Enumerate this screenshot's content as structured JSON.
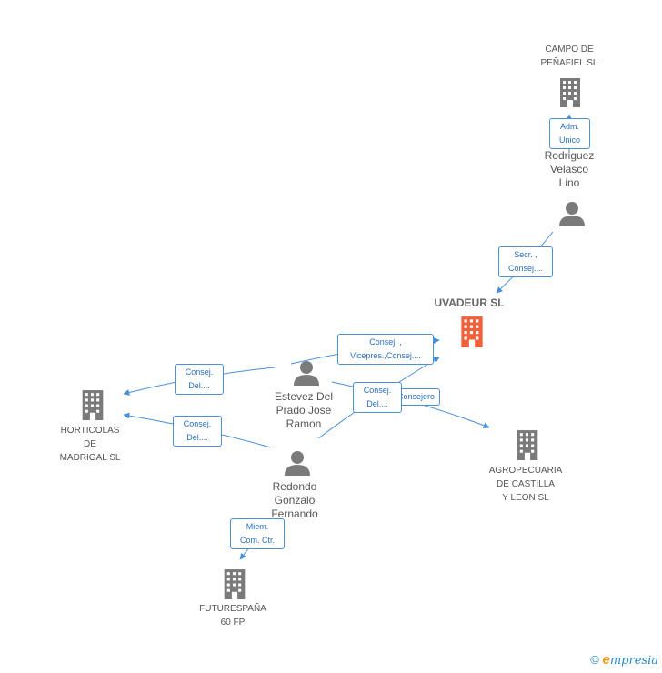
{
  "nodes": {
    "campo": {
      "lines": [
        "CAMPO DE",
        "PEÑAFIEL SL"
      ]
    },
    "rodriguez": {
      "lines": [
        "Rodriguez",
        "Velasco",
        "Lino"
      ]
    },
    "uvadeur": {
      "lines": [
        "UVADEUR SL"
      ]
    },
    "estevez": {
      "lines": [
        "Estevez Del",
        "Prado Jose",
        "Ramon"
      ]
    },
    "horticolas": {
      "lines": [
        "HORTICOLAS",
        "DE",
        "MADRIGAL SL"
      ]
    },
    "agropecuaria": {
      "lines": [
        "AGROPECUARIA",
        "DE CASTILLA",
        "Y LEON SL"
      ]
    },
    "redondo": {
      "lines": [
        "Redondo",
        "Gonzalo",
        "Fernando"
      ]
    },
    "futurespana": {
      "lines": [
        "FUTURESPAÑA",
        "60 FP"
      ]
    }
  },
  "edges": {
    "rodriguez_campo": [
      "Adm.",
      "Unico"
    ],
    "rodriguez_uvadeur": [
      "Secr. ,",
      "Consej...."
    ],
    "estevez_uvadeur": [
      "Consej. ,",
      "Vicepres.,Consej...."
    ],
    "estevez_horticolas": [
      "Consej.",
      "Del...."
    ],
    "redondo_horticolas": [
      "Consej.",
      "Del...."
    ],
    "estevez_agropecuaria": [
      "Consejero"
    ],
    "redondo_uvadeur": [
      "Consej.",
      "Del...."
    ],
    "redondo_futurespana": [
      "Miem.",
      "Com. Ctr."
    ]
  },
  "footer": {
    "copyright": "©",
    "brand_initial": "e",
    "brand_rest": "mpresia"
  },
  "colors": {
    "edge": "#4a8fd8",
    "node_gray": "#7a7a7a",
    "main_company": "#f0603a"
  }
}
